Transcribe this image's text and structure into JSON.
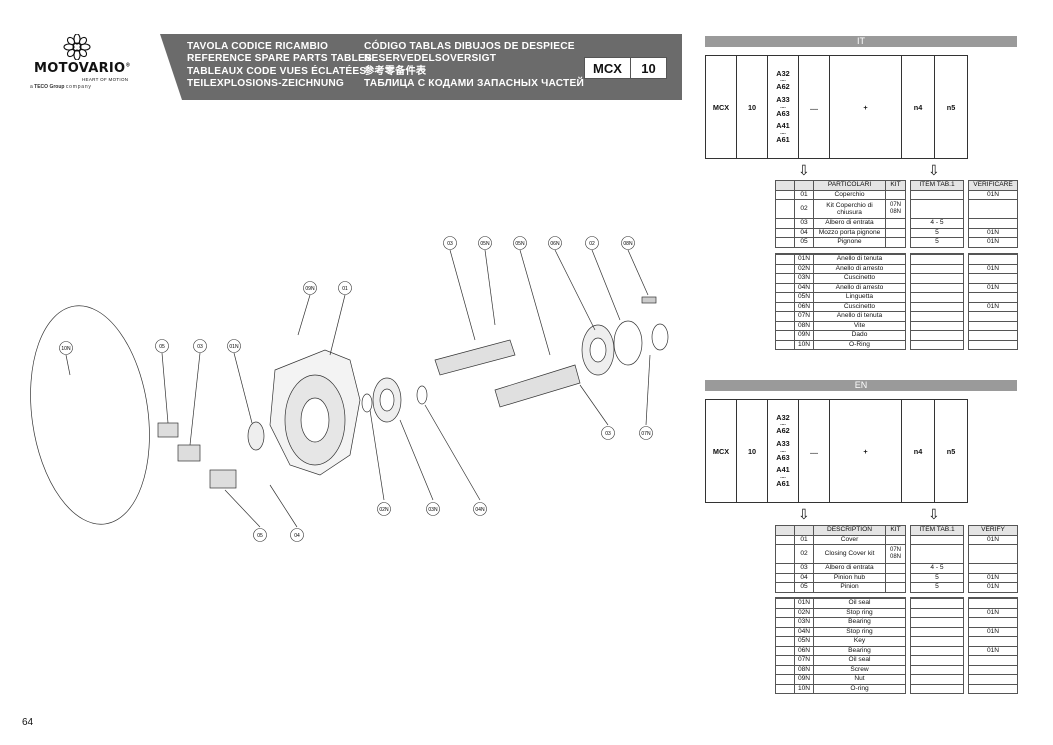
{
  "brand": {
    "name": "MOTOVARIO",
    "reg": "®",
    "tagline": "HEART OF MOTION",
    "group_prefix": "a",
    "group_name": "TECO Group",
    "group_suffix": "company"
  },
  "titles": {
    "left": [
      "TAVOLA CODICE RICAMBIO",
      "REFERENCE SPARE PARTS TABLES",
      "TABLEAUX CODE VUES ÉCLATÉES",
      "TEILEXPLOSIONS-ZEICHNUNG"
    ],
    "right": [
      "CÓDIGO TABLAS DIBUJOS DE DESPIECE",
      "RESERVEDELSOVERSIGT",
      "参考零备件表",
      "ТАБЛИЦА С КОДАМИ ЗАПАСНЫХ ЧАСТЕЙ"
    ]
  },
  "code": {
    "model": "MCX",
    "size": "10"
  },
  "page_number": "64",
  "diagram_labels": [
    "03",
    "05N",
    "05N",
    "06N",
    "02",
    "08N",
    "09N",
    "01",
    "10N",
    "05",
    "03",
    "01N",
    "07N",
    "03",
    "02N",
    "03N",
    "04N",
    "05",
    "04"
  ],
  "config": {
    "model": "MCX",
    "size": "10",
    "r1": "A32",
    "r1b": "A62",
    "r2": "A33",
    "r2b": "A63",
    "r3": "A41",
    "r3b": "A61",
    "dots": "....",
    "plus": "+",
    "n4": "n4",
    "n5": "n5",
    "sep": "...."
  },
  "it": {
    "section": "IT",
    "headers": {
      "part": "PARTICOLARI",
      "kit": "KIT",
      "item": "ITEM TAB.1",
      "verify": "VERIFICARE"
    },
    "rows": [
      {
        "n": "01",
        "name": "Coperchio",
        "kit": "",
        "item": "",
        "ver": "01N"
      },
      {
        "n": "02",
        "name": "Kit Coperchio di chiusura",
        "kit": "07N 08N",
        "item": "",
        "ver": ""
      },
      {
        "n": "03",
        "name": "Albero di entrata",
        "kit": "",
        "item": "4 - 5",
        "ver": ""
      },
      {
        "n": "04",
        "name": "Mozzo porta pignone",
        "kit": "",
        "item": "5",
        "ver": "01N"
      },
      {
        "n": "05",
        "name": "Pignone",
        "kit": "",
        "item": "5",
        "ver": "01N"
      }
    ],
    "rows2": [
      {
        "n": "01N",
        "name": "Anello di tenuta",
        "ver": ""
      },
      {
        "n": "02N",
        "name": "Anello di arresto",
        "ver": "01N"
      },
      {
        "n": "03N",
        "name": "Cuscinetto",
        "ver": ""
      },
      {
        "n": "04N",
        "name": "Anello di arresto",
        "ver": "01N"
      },
      {
        "n": "05N",
        "name": "Linguetta",
        "ver": ""
      },
      {
        "n": "06N",
        "name": "Cuscinetto",
        "ver": "01N"
      },
      {
        "n": "07N",
        "name": "Anello di tenuta",
        "ver": ""
      },
      {
        "n": "08N",
        "name": "Vite",
        "ver": ""
      },
      {
        "n": "09N",
        "name": "Dado",
        "ver": ""
      },
      {
        "n": "10N",
        "name": "O-Ring",
        "ver": ""
      }
    ]
  },
  "en": {
    "section": "EN",
    "headers": {
      "part": "DESCRIPTION",
      "kit": "KIT",
      "item": "ITEM TAB.1",
      "verify": "VERIFY"
    },
    "rows": [
      {
        "n": "01",
        "name": "Cover",
        "kit": "",
        "item": "",
        "ver": "01N"
      },
      {
        "n": "02",
        "name": "Closing Cover kit",
        "kit": "07N 08N",
        "item": "",
        "ver": ""
      },
      {
        "n": "03",
        "name": "Albero di entrata",
        "kit": "",
        "item": "4 - 5",
        "ver": ""
      },
      {
        "n": "04",
        "name": "Pinion hub",
        "kit": "",
        "item": "5",
        "ver": "01N"
      },
      {
        "n": "05",
        "name": "Pinion",
        "kit": "",
        "item": "5",
        "ver": "01N"
      }
    ],
    "rows2": [
      {
        "n": "01N",
        "name": "Oil seal",
        "ver": ""
      },
      {
        "n": "02N",
        "name": "Stop ring",
        "ver": "01N"
      },
      {
        "n": "03N",
        "name": "Bearing",
        "ver": ""
      },
      {
        "n": "04N",
        "name": "Stop ring",
        "ver": "01N"
      },
      {
        "n": "05N",
        "name": "Key",
        "ver": ""
      },
      {
        "n": "06N",
        "name": "Bearing",
        "ver": "01N"
      },
      {
        "n": "07N",
        "name": "Oil seal",
        "ver": ""
      },
      {
        "n": "08N",
        "name": "Screw",
        "ver": ""
      },
      {
        "n": "09N",
        "name": "Nut",
        "ver": ""
      },
      {
        "n": "10N",
        "name": "O-ring",
        "ver": ""
      }
    ]
  }
}
